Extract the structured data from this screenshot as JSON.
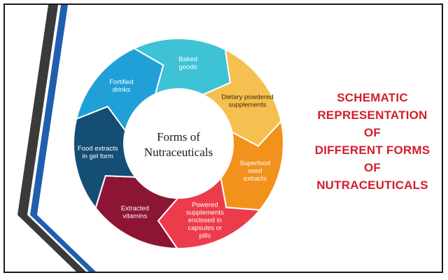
{
  "center": {
    "lines": [
      "Forms of",
      "Nutraceuticals"
    ]
  },
  "segments": [
    {
      "lines": [
        "Baked",
        "goods"
      ],
      "color": "#3ec2d6",
      "text_color": "#ffffff"
    },
    {
      "lines": [
        "Dietary powdered",
        "supplements"
      ],
      "color": "#f6c051",
      "text_color": "#3a2a00"
    },
    {
      "lines": [
        "Superfood",
        "seed",
        "extracts"
      ],
      "color": "#f2921c",
      "text_color": "#ffffff"
    },
    {
      "lines": [
        "Powered",
        "supplements",
        "enclosed in",
        "capsules or",
        "pills"
      ],
      "color": "#ec3c4c",
      "text_color": "#ffffff"
    },
    {
      "lines": [
        "Extracted",
        "vitamins"
      ],
      "color": "#8c1536",
      "text_color": "#ffffff"
    },
    {
      "lines": [
        "Food extracts",
        "in gel form"
      ],
      "color": "#154e74",
      "text_color": "#ffffff"
    },
    {
      "lines": [
        "Fortified",
        "drinks"
      ],
      "color": "#21a0d8",
      "text_color": "#ffffff"
    }
  ],
  "heading": {
    "lines": [
      "SCHEMATIC",
      "REPRESENTATION",
      "OF",
      "DIFFERENT FORMS",
      "OF",
      "NUTRACEUTICALS"
    ],
    "color": "#d21f2b"
  },
  "colors": {
    "frame": "#1a1a1a",
    "stripe_dark": "#3a3a3a",
    "stripe_blue": "#1f5fb0"
  }
}
